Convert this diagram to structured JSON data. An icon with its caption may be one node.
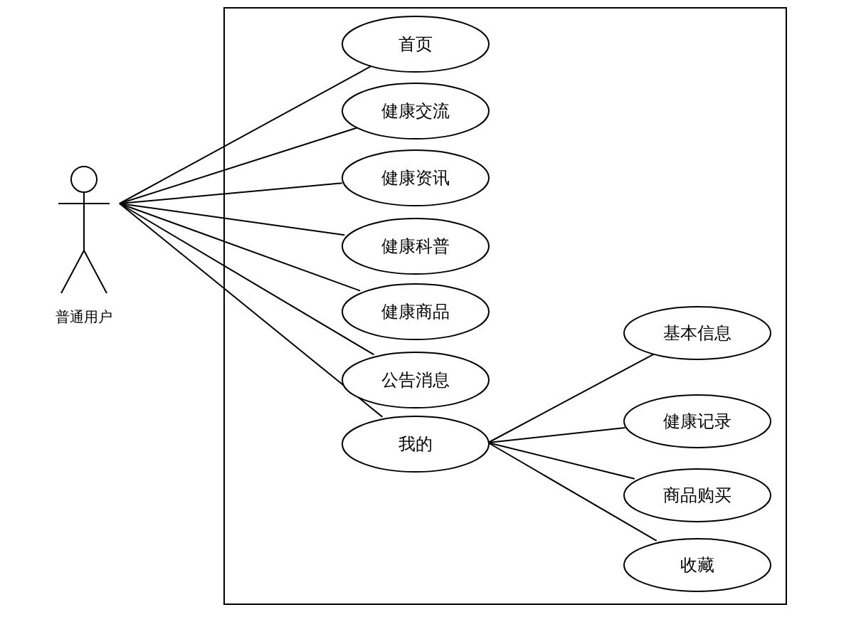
{
  "diagram": {
    "nodes": [
      {
        "text": [],
        "shape": "box"
      },
      {
        "text": [
          "普通用户"
        ]
      },
      {
        "text": [
          "首页"
        ],
        "in": 0
      },
      {
        "text": [
          "健康交流"
        ],
        "in": 0
      },
      {
        "text": [
          "健康资讯"
        ],
        "in": 0
      },
      {
        "text": [
          "健康科普"
        ],
        "in": 0
      },
      {
        "text": [
          "健康商品"
        ],
        "in": 0
      },
      {
        "text": [
          "公告消息"
        ],
        "in": 0
      },
      {
        "text": [
          "我的"
        ],
        "in": 0
      },
      {
        "text": [
          "基本信息"
        ],
        "in": 0
      },
      {
        "text": [
          "健康记录"
        ],
        "in": 0
      },
      {
        "text": [
          "商品购买"
        ],
        "in": 0
      },
      {
        "text": [
          "收藏"
        ],
        "in": 0
      }
    ],
    "edges": [
      {
        "from": 1,
        "to": 2,
        "arrow": "none"
      },
      {
        "from": 1,
        "to": 3,
        "arrow": "none"
      },
      {
        "from": 1,
        "to": 4,
        "arrow": "none"
      },
      {
        "from": 1,
        "to": 5,
        "arrow": "none"
      },
      {
        "from": 1,
        "to": 6,
        "arrow": "none"
      },
      {
        "from": 1,
        "to": 7,
        "arrow": "none"
      },
      {
        "from": 1,
        "to": 8,
        "arrow": "none"
      },
      {
        "from": 8,
        "to": 9,
        "arrow": "none"
      },
      {
        "from": 8,
        "to": 10,
        "arrow": "none"
      },
      {
        "from": 8,
        "to": 11,
        "arrow": "none"
      },
      {
        "from": 8,
        "to": 12,
        "arrow": "none"
      }
    ]
  }
}
